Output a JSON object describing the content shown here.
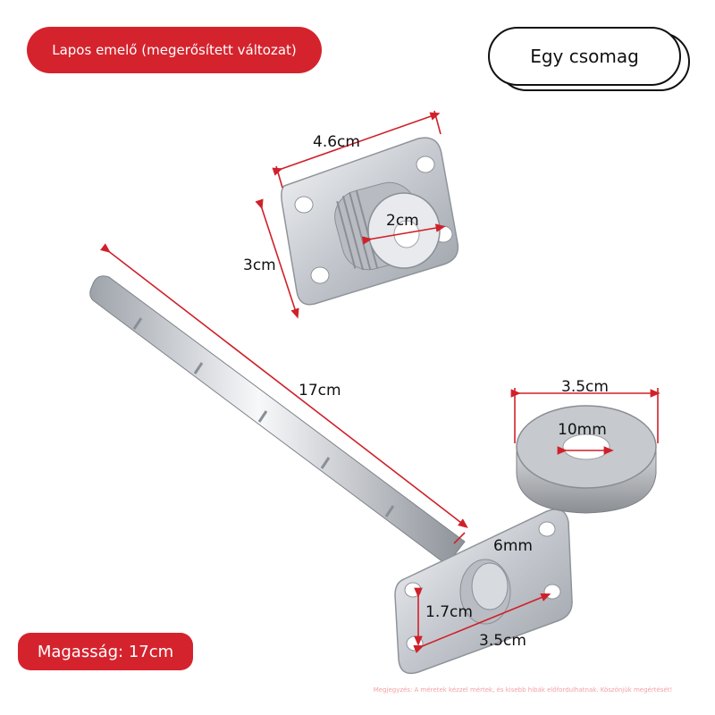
{
  "header": {
    "variant_label": "Lapos emelő (megerősített változat)",
    "package_label": "Egy csomag"
  },
  "footer": {
    "height_badge": "Magasság: 17cm",
    "disclaimer": "Megjegyzés: A méretek kézzel mértek, és kisebb hibák előfordulhatnak. Köszönjük megértését!"
  },
  "dimensions": {
    "top_plate_width": "4.6cm",
    "top_plate_height": "3cm",
    "top_bore": "2cm",
    "rod_length": "17cm",
    "ring_outer": "3.5cm",
    "ring_inner": "10mm",
    "base_thickness": "6mm",
    "base_hole_spacing": "1.7cm",
    "base_length": "3.5cm"
  },
  "colors": {
    "accent_red": "#d5232e",
    "dimension_line": "#d0202a",
    "metal": "#c8ccd2"
  }
}
